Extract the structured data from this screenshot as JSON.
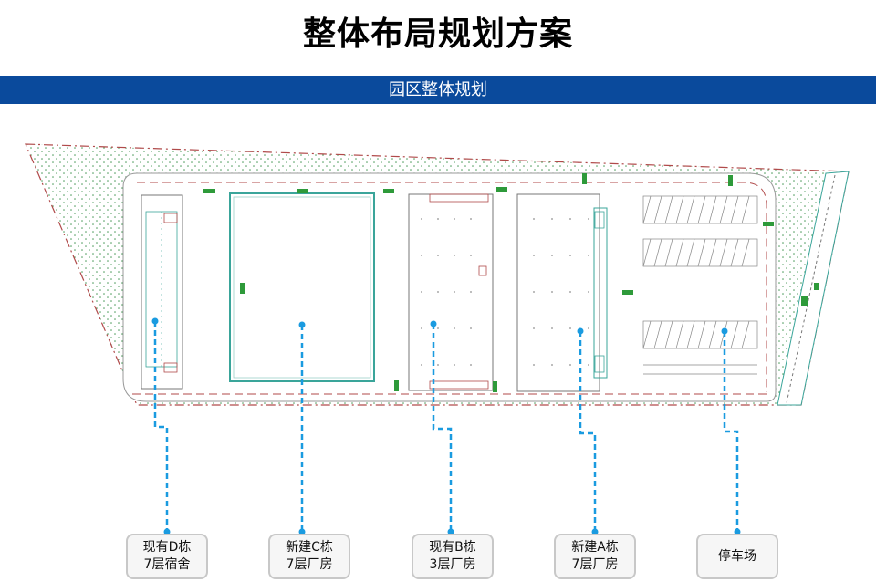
{
  "title": "整体布局规划方案",
  "banner": "园区整体规划",
  "buildings": [
    {
      "line1": "现有D栋",
      "line2": "7层宿舍"
    },
    {
      "line1": "新建C栋",
      "line2": "7层厂房"
    },
    {
      "line1": "现有B栋",
      "line2": "3层厂房"
    },
    {
      "line1": "新建A栋",
      "line2": "7层厂房"
    },
    {
      "line1": "停车场",
      "line2": ""
    }
  ],
  "colors": {
    "banner": "#0a4a9c",
    "leader": "#1a9be0",
    "boundary": "#b04a4a",
    "building": "#3aa59a",
    "marker": "#2e9a3a"
  }
}
